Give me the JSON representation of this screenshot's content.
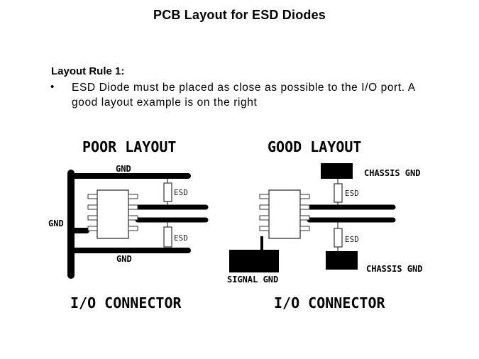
{
  "slide": {
    "title": "PCB Layout for ESD Diodes",
    "rule_heading": "Layout Rule 1:",
    "bullet_mark": "•",
    "bullet_text": "ESD Diode must be placed as close as possible to the I/O port. A good layout example is on the right"
  },
  "poor_layout": {
    "heading": "POOR LAYOUT",
    "gnd_top": "GND",
    "gnd_left": "GND",
    "gnd_bottom": "GND",
    "esd_top": "ESD",
    "esd_bottom": "ESD",
    "connector": "I/O CONNECTOR"
  },
  "good_layout": {
    "heading": "GOOD LAYOUT",
    "chassis_gnd_top": "CHASSIS GND",
    "chassis_gnd_bottom": "CHASSIS GND",
    "signal_gnd": "SIGNAL GND",
    "esd_top": "ESD",
    "esd_bottom": "ESD",
    "connector": "I/O CONNECTOR"
  }
}
